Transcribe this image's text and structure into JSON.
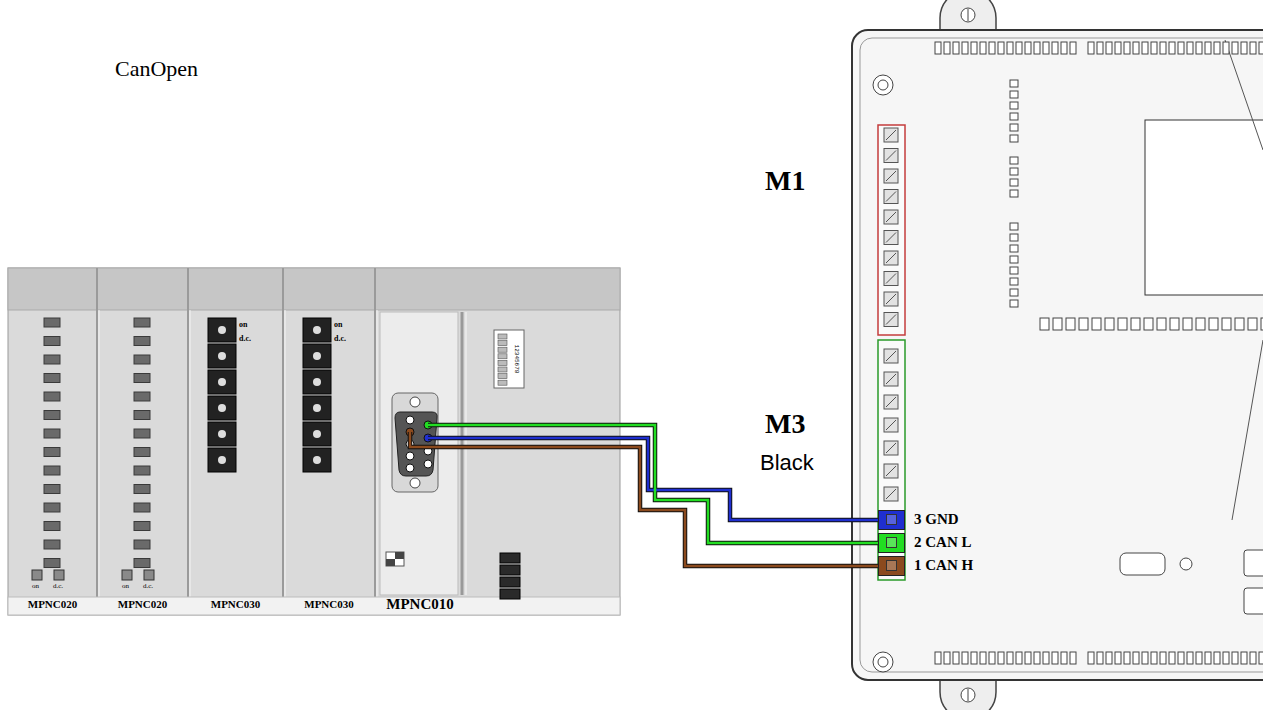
{
  "diagram": {
    "title": "CanOpen",
    "nodes": [
      {
        "text": [
          "MPNC020",
          "on",
          "d.c."
        ]
      },
      {
        "text": [
          "MPNC020",
          "on",
          "d.c."
        ]
      },
      {
        "text": [
          "MPNC030",
          "on",
          "d.c."
        ]
      },
      {
        "text": [
          "MPNC030",
          "on",
          "d.c."
        ]
      },
      {
        "text": [
          "MPNC010",
          "12345678"
        ]
      },
      {
        "text": [
          "M1"
        ]
      },
      {
        "text": [
          "M3",
          "Black"
        ]
      },
      {
        "text": [
          "3 GND"
        ],
        "in": 6
      },
      {
        "text": [
          "2 CAN L"
        ],
        "in": 6
      },
      {
        "text": [
          "1 CAN H"
        ],
        "in": 6
      }
    ],
    "edges": [
      {
        "from": 4,
        "to": 7,
        "arrow": "none"
      },
      {
        "from": 4,
        "to": 8,
        "arrow": "none"
      },
      {
        "from": 4,
        "to": 9,
        "arrow": "none"
      }
    ]
  }
}
